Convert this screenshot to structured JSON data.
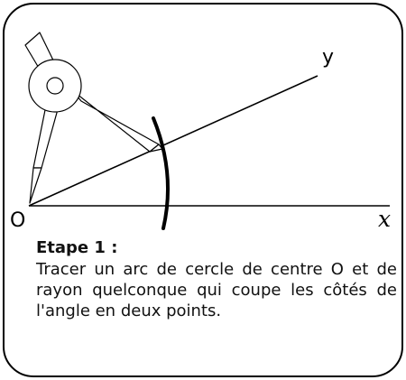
{
  "diagram": {
    "labels": {
      "vertex": "O",
      "ray_y": "y",
      "ray_x": "x"
    }
  },
  "caption": {
    "title": "Etape 1 :",
    "body": "Tracer un arc de cercle de centre O et de rayon quelconque qui coupe les côtés de l'angle en deux points."
  }
}
